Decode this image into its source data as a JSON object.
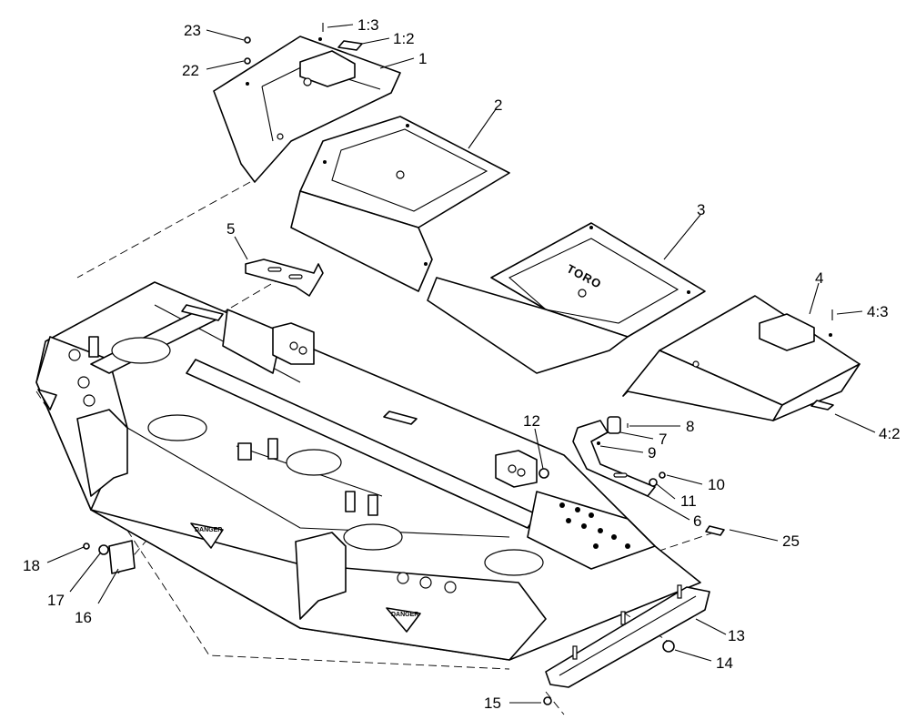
{
  "callouts": {
    "c1": "1",
    "c1_2": "1:2",
    "c1_3": "1:3",
    "c2": "2",
    "c3": "3",
    "c4": "4",
    "c4_2": "4:2",
    "c4_3": "4:3",
    "c5": "5",
    "c6": "6",
    "c7": "7",
    "c8": "8",
    "c9": "9",
    "c10": "10",
    "c11": "11",
    "c12": "12",
    "c13": "13",
    "c14": "14",
    "c15": "15",
    "c16": "16",
    "c17": "17",
    "c18": "18",
    "c22": "22",
    "c23": "23",
    "c25": "25"
  },
  "decals": {
    "brand": "TORO",
    "danger": "DANGER"
  }
}
